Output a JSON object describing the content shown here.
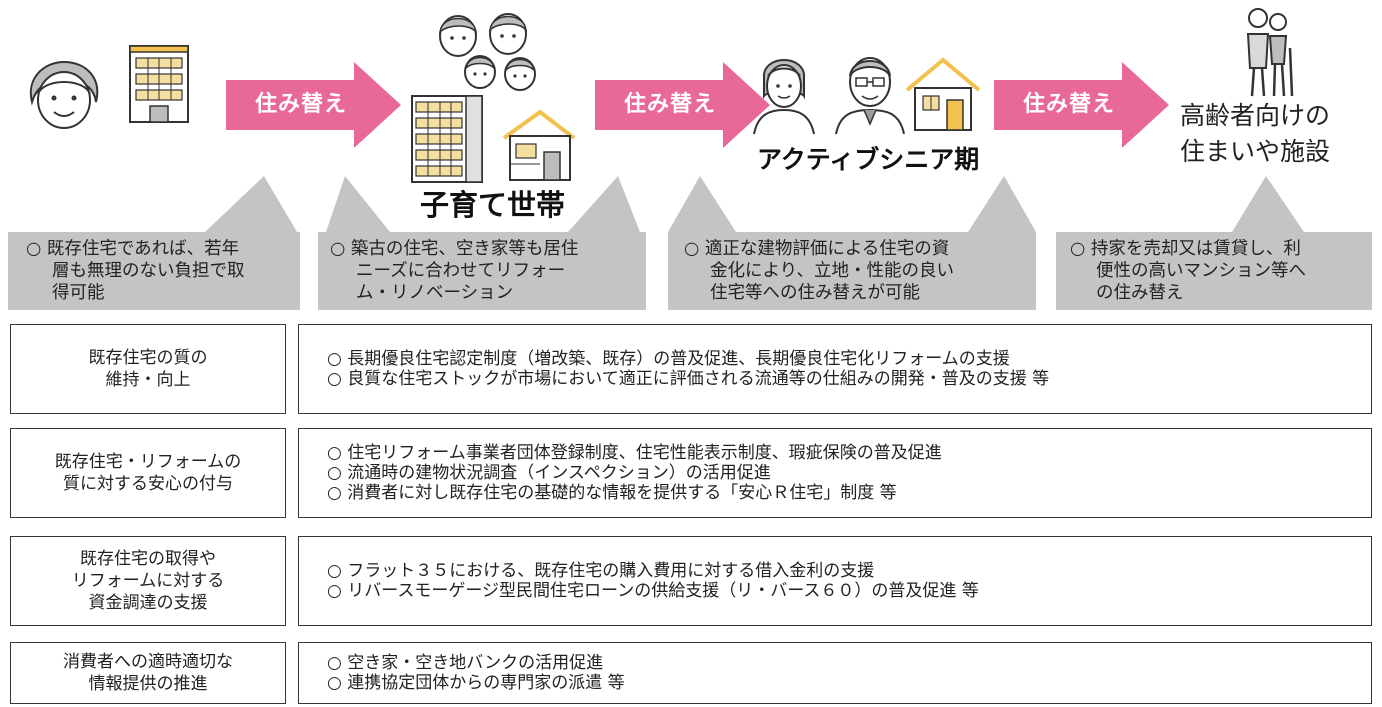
{
  "arrows": [
    {
      "label": "住み替え"
    },
    {
      "label": "住み替え"
    },
    {
      "label": "住み替え"
    }
  ],
  "stages": {
    "child_rearing": "子育て世帯",
    "active_senior": "アクティブシニア期",
    "elderly_line1": "高齢者向けの",
    "elderly_line2": "住まいや施設"
  },
  "callouts": [
    {
      "lines": [
        "○ 既存住宅であれば、若年",
        "層も無理のない負担で取",
        "得可能"
      ]
    },
    {
      "lines": [
        "○ 築古の住宅、空き家等も居住",
        "ニーズに合わせてリフォー",
        "ム・リノベーション"
      ]
    },
    {
      "lines": [
        "○ 適正な建物評価による住宅の資",
        "金化により、立地・性能の良い",
        "住宅等への住み替えが可能"
      ]
    },
    {
      "lines": [
        "○ 持家を売却又は賃貸し、利",
        "便性の高いマンション等へ",
        "の住み替え"
      ]
    }
  ],
  "measures": [
    {
      "label": [
        "既存住宅の質の",
        "維持・向上"
      ],
      "items": [
        "○ 長期優良住宅認定制度（増改築、既存）の普及促進、長期優良住宅化リフォームの支援",
        "○ 良質な住宅ストックが市場において適正に評価される流通等の仕組みの開発・普及の支援 等"
      ]
    },
    {
      "label": [
        "既存住宅・リフォームの",
        "質に対する安心の付与"
      ],
      "items": [
        "○ 住宅リフォーム事業者団体登録制度、住宅性能表示制度、瑕疵保険の普及促進",
        "○ 流通時の建物状況調査（インスペクション）の活用促進",
        "○ 消費者に対し既存住宅の基礎的な情報を提供する「安心Ｒ住宅」制度 等"
      ]
    },
    {
      "label": [
        "既存住宅の取得や",
        "リフォームに対する",
        "資金調達の支援"
      ],
      "items": [
        "○ フラット３５における、既存住宅の購入費用に対する借入金利の支援",
        "○ リバースモーゲージ型民間住宅ローンの供給支援（リ・バース６０）の普及促進 等"
      ]
    },
    {
      "label": [
        "消費者への適時適切な",
        "情報提供の推進"
      ],
      "items": [
        "○ 空き家・空き地バンクの活用促進",
        "○ 連携協定団体からの専門家の派遣 等"
      ]
    }
  ],
  "colors": {
    "arrow_pink": "#e8689a",
    "callout_gray": "#c4c4c4",
    "house_yellow": "#f2c14e",
    "line": "#333333"
  },
  "icons": [
    "young-person-icon",
    "apartment-building-icon",
    "family-icon",
    "multistory-housing-icon",
    "detached-house-icon",
    "senior-couple-icon",
    "small-house-icon",
    "elderly-with-cane-icon"
  ]
}
